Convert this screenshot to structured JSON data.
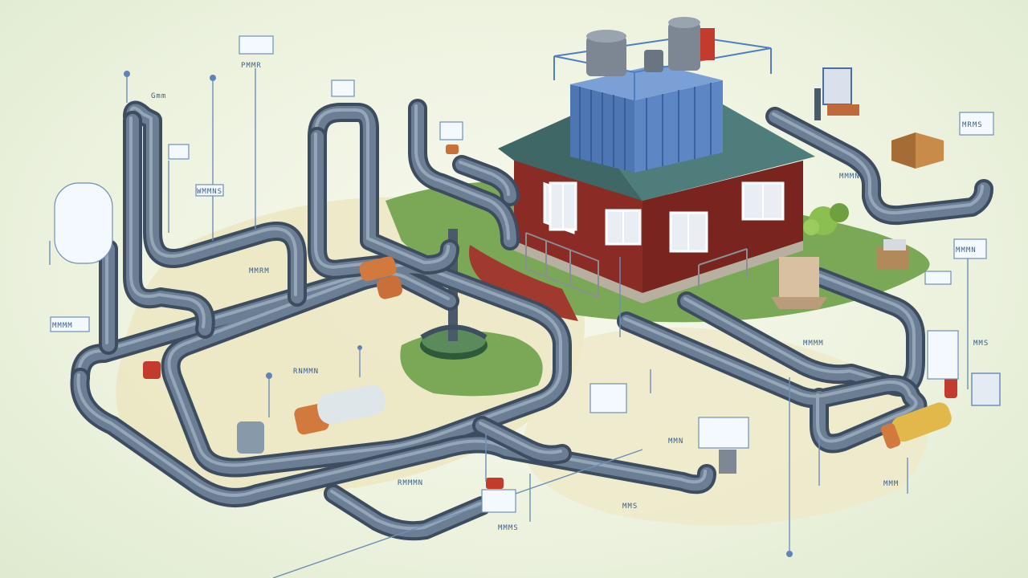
{
  "labels": {
    "top_left": "Gmm",
    "sign_top": "PMMR",
    "left_panel": "MMMM",
    "mid_tag": "WMMNS",
    "center_tag": "MMRM",
    "lower_tag": "RNMMN",
    "bottom_tag": "RMMMN",
    "right_tag_1": "MRMS",
    "right_tag_2": "MMMN",
    "right_tag_3": "MMMM",
    "right_tag_4": "MMS",
    "right_tag_5": "MMM",
    "right_tag_6": "MMMN",
    "bottom_center": "MMMS",
    "bottom_small": "MMS",
    "valve_tag": "MMN"
  },
  "colors": {
    "pipe": "#556779",
    "pipe_dark": "#3d4c5e",
    "house_wall": "#8a2b26",
    "roof": "#4f7d7c",
    "tower": "#5d86c4",
    "grass": "#7aa856",
    "ground": "#e8e0b8",
    "accent_orange": "#d27a3d",
    "leader_line": "#6f8fb8"
  }
}
